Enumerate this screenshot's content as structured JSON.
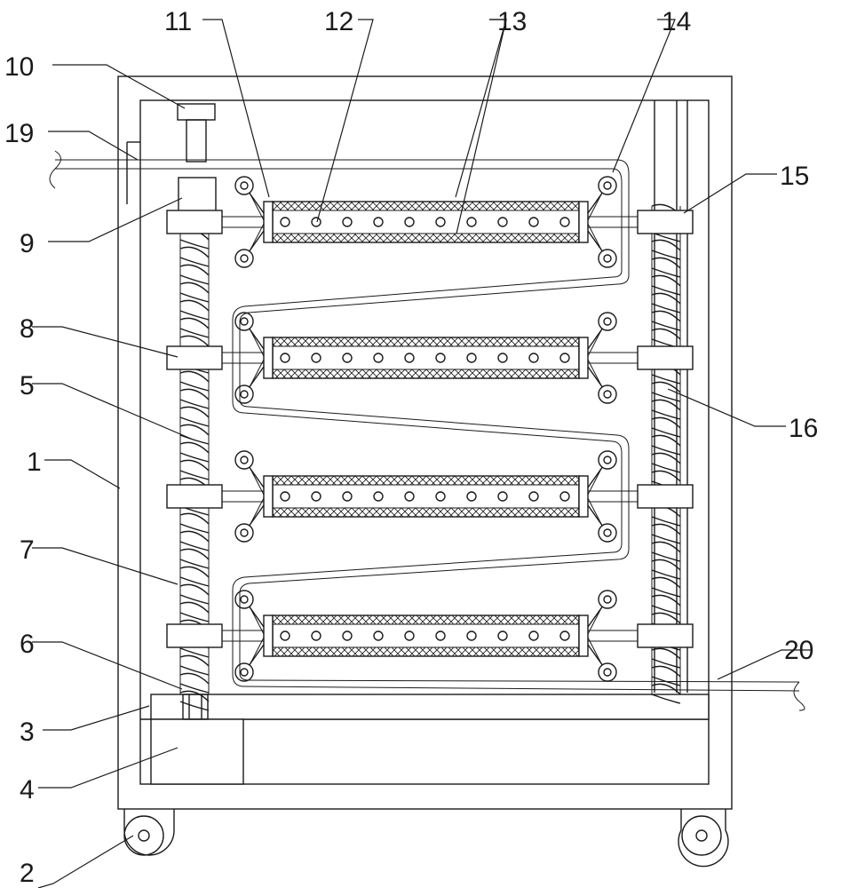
{
  "labels": [
    {
      "id": "label-1",
      "text": "1"
    },
    {
      "id": "label-2",
      "text": "2"
    },
    {
      "id": "label-3",
      "text": "3"
    },
    {
      "id": "label-4",
      "text": "4"
    },
    {
      "id": "label-5",
      "text": "5"
    },
    {
      "id": "label-6",
      "text": "6"
    },
    {
      "id": "label-7",
      "text": "7"
    },
    {
      "id": "label-8",
      "text": "8"
    },
    {
      "id": "label-9",
      "text": "9"
    },
    {
      "id": "label-10",
      "text": "10"
    },
    {
      "id": "label-11",
      "text": "11"
    },
    {
      "id": "label-12",
      "text": "12"
    },
    {
      "id": "label-13",
      "text": "13"
    },
    {
      "id": "label-14",
      "text": "14"
    },
    {
      "id": "label-15",
      "text": "15"
    },
    {
      "id": "label-16",
      "text": "16"
    },
    {
      "id": "label-19",
      "text": "19"
    },
    {
      "id": "label-20",
      "text": "20"
    }
  ],
  "roller_count": 4,
  "holes_per_roller": 10
}
